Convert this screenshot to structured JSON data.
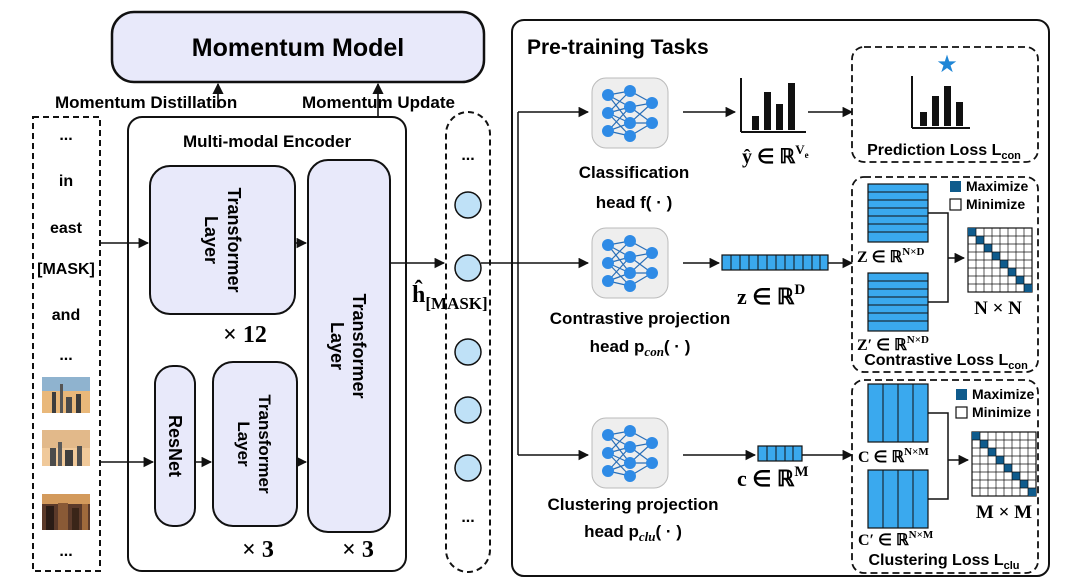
{
  "momentum_model": "Momentum Model",
  "momentum_distillation": "Momentum Distillation",
  "momentum_update": "Momentum Update",
  "encoder_title": "Multi-modal Encoder",
  "input_tokens": [
    "...",
    "in",
    "east",
    "[MASK]",
    "and",
    "...",
    "..."
  ],
  "transformer_layer_line1": "Transformer",
  "transformer_layer_line2": "Layer",
  "resnet_label": "ResNet",
  "text_layer_count": "× 12",
  "image_layer_count": "× 3",
  "fusion_layer_count": "× 3",
  "hidden_token_label": "ĥ",
  "hidden_token_subscript": "[MASK]",
  "hidden_column_ellipsis": "...",
  "pretraining_title": "Pre-training Tasks",
  "heads": {
    "classification": {
      "line1": "Classification",
      "line2": "head f( · )"
    },
    "contrastive": {
      "line1": "Contrastive projection",
      "line2": "head p",
      "sub": "con",
      "tail": "( · )"
    },
    "clustering": {
      "line1": "Clustering projection",
      "line2": "head p",
      "sub": "clu",
      "tail": "( · )"
    }
  },
  "y_hat_label": "ŷ ∈ ℝ",
  "y_hat_sup": "V",
  "y_hat_sup_sub": "e",
  "z_label": "z ∈ ℝ",
  "z_sup": "D",
  "c_label": "c ∈ ℝ",
  "c_sup": "M",
  "prediction_loss": "Prediction Loss L",
  "prediction_loss_sub": "con",
  "Z_label": "Z ∈ ℝ",
  "Z_sup": "N×D",
  "Zp_label": "Z′ ∈ ℝ",
  "Zp_sup": "N×D",
  "NxN_label": "N × N",
  "contrastive_loss": "Contrastive Loss L",
  "contrastive_loss_sub": "con",
  "C_label": "C ∈ ℝ",
  "C_sup": "N×M",
  "Cp_label": "C′ ∈ ℝ",
  "Cp_sup": "N×M",
  "MxM_label": "M × M",
  "clustering_loss": "Clustering Loss L",
  "clustering_loss_sub": "clu",
  "legend_maximize": "Maximize",
  "legend_minimize": "Minimize",
  "colors": {
    "panel_fill": "#e8e9fa",
    "node_fill": "#bfe1f7",
    "vector_fill": "#3aa9ee",
    "matrix_dark": "#0f5b8c",
    "star": "#1f86d6"
  }
}
